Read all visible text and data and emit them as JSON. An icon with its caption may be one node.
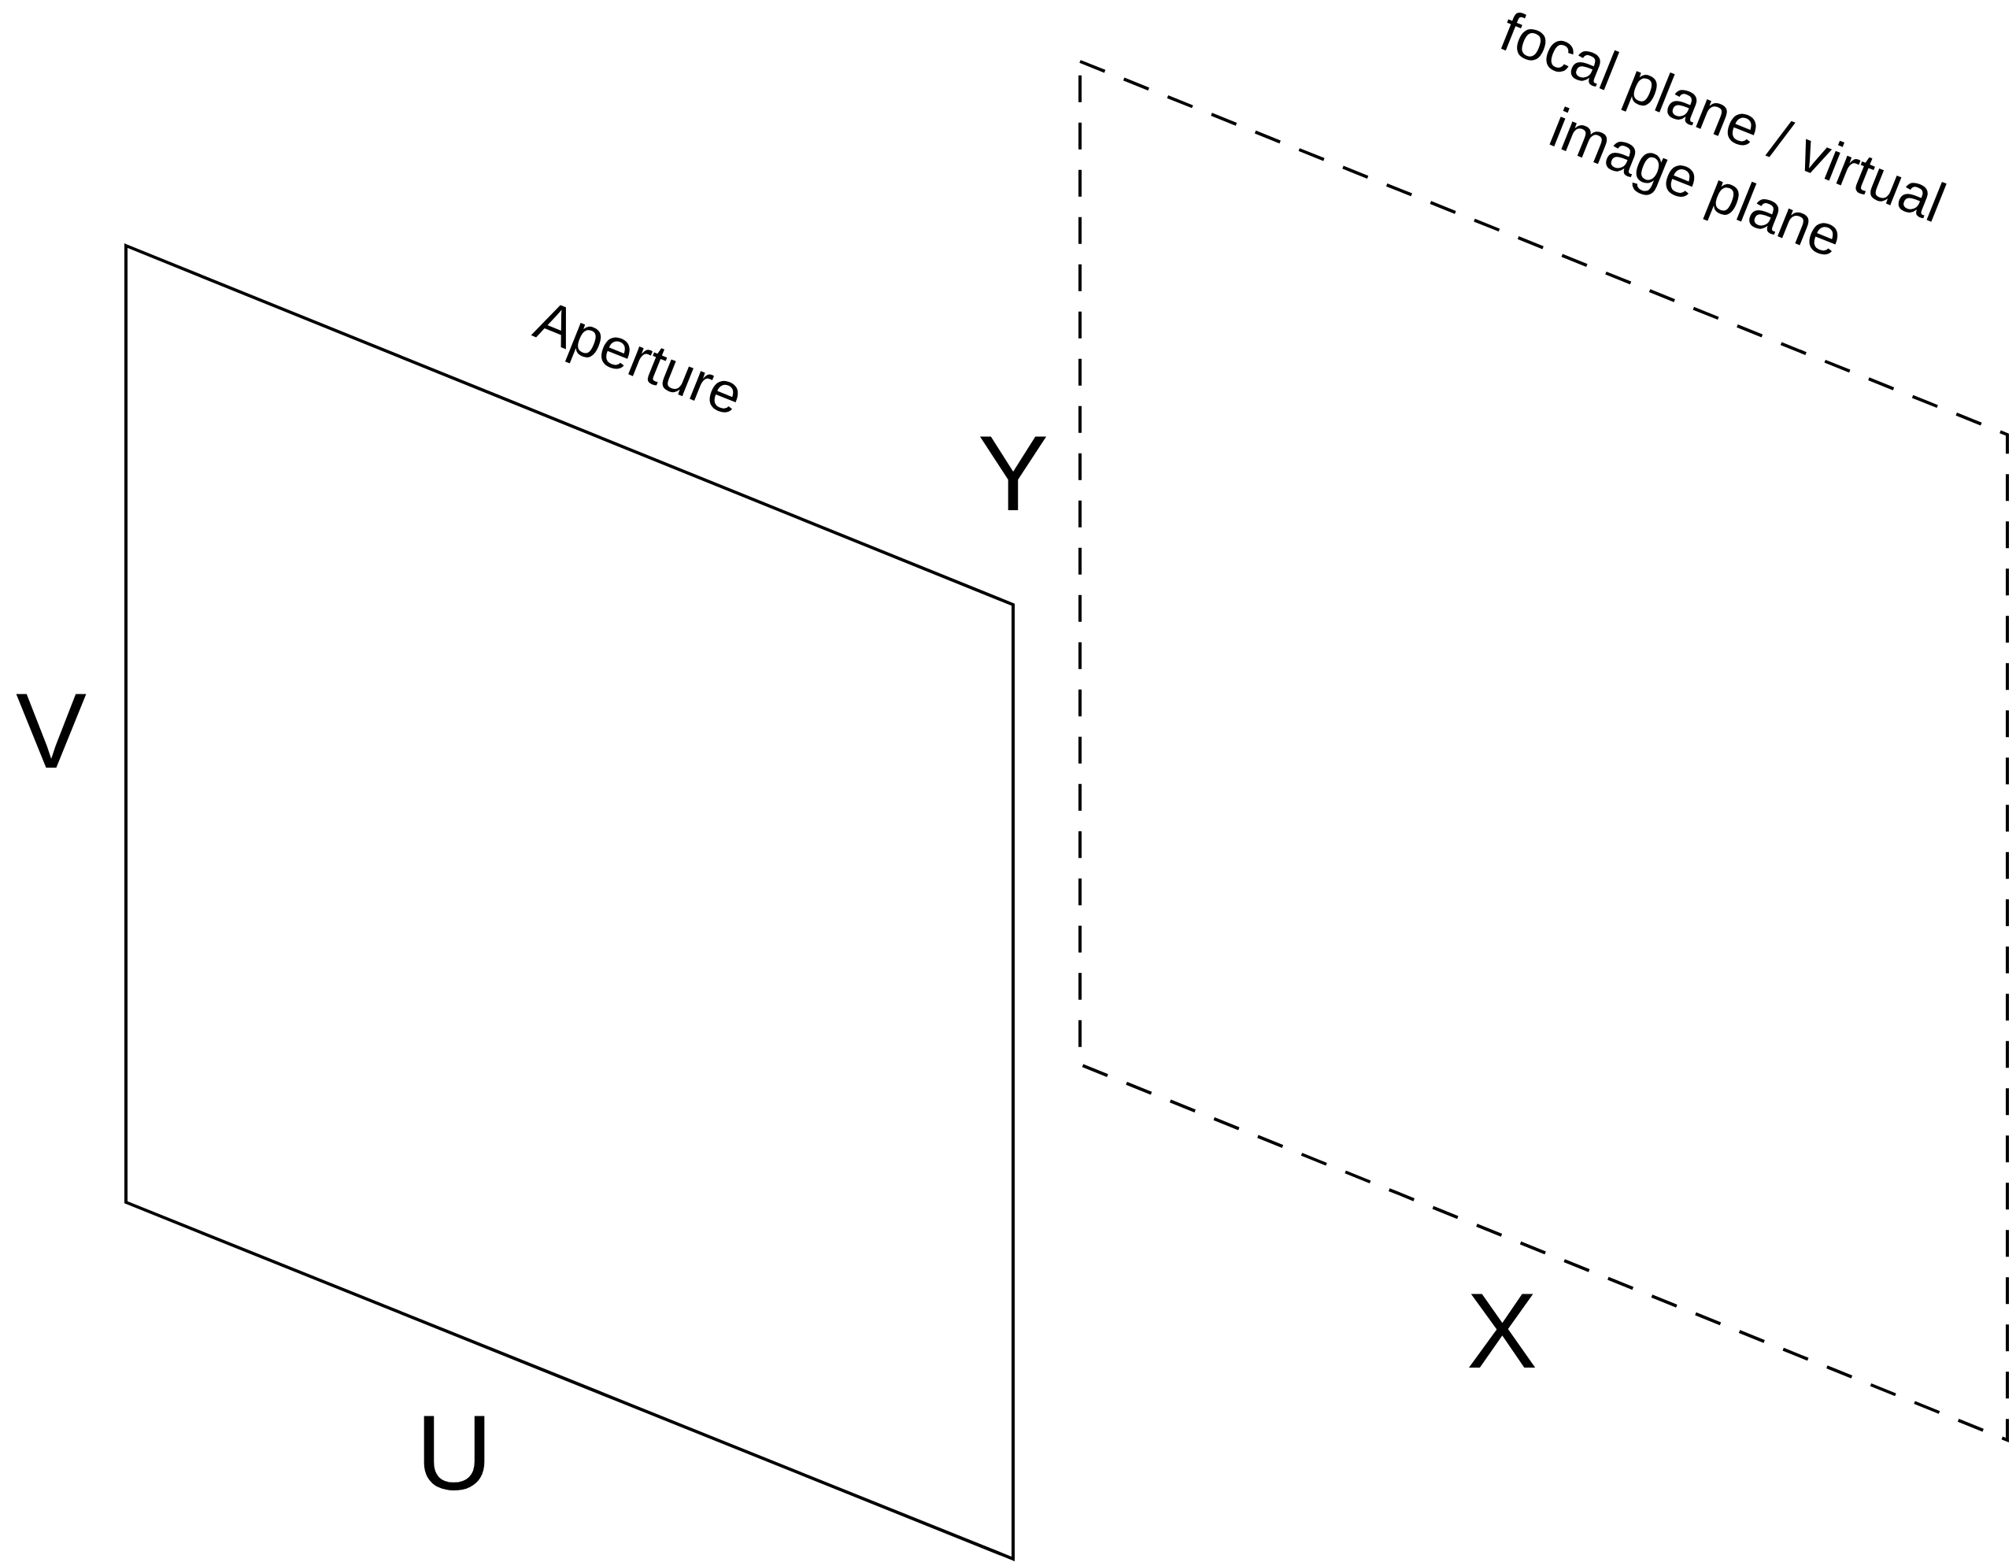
{
  "diagram": {
    "nodes": [
      {
        "text": [
          "Aperture"
        ]
      },
      {
        "text": [
          "focal plane / virtual image plane"
        ]
      }
    ],
    "labels": [
      "Y",
      "V",
      "X",
      "U"
    ]
  }
}
